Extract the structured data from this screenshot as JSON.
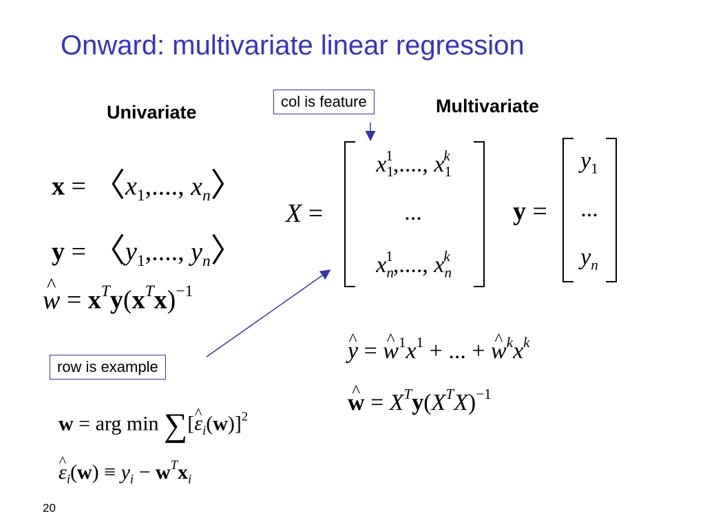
{
  "slide": {
    "title": "Onward: multivariate linear regression",
    "page_number": "20"
  },
  "headings": {
    "univariate": "Univariate",
    "multivariate": "Multivariate"
  },
  "callouts": {
    "col": "col is feature",
    "row": "row is example"
  },
  "colors": {
    "title": "#3333cc",
    "arrow": "#3333aa"
  },
  "matrix_cells": {
    "dots": "..."
  }
}
